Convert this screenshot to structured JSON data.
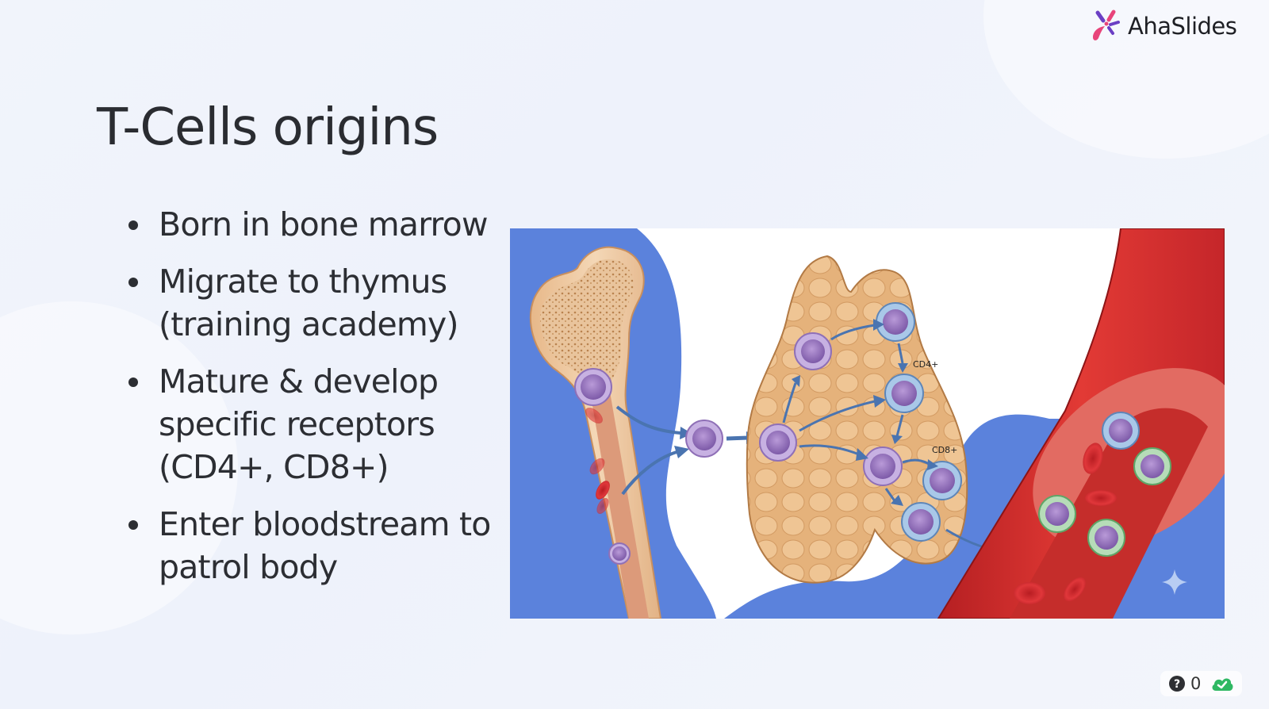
{
  "brand": {
    "name": "AhaSlides",
    "logo_colors": [
      "#e8447a",
      "#6b3fc4",
      "#f06292"
    ]
  },
  "slide": {
    "title": "T-Cells origins",
    "bullets": [
      "Born in bone marrow",
      "Migrate to thymus (training academy)",
      "Mature & develop specific receptors (CD4+, CD8+)",
      "Enter bloodstream to patrol body"
    ],
    "illustration": {
      "description": "T-cell journey: bone marrow to thymus to bloodstream",
      "labels": [
        "CD4+",
        "CD8+"
      ],
      "colors": {
        "background_blue": "#5b82dc",
        "bone": "#e9c39a",
        "thymus": "#e6b57f",
        "vessel": "#d8322f",
        "cell_purple": "#9c7bc4",
        "arrow": "#4a74b0"
      }
    }
  },
  "status_bar": {
    "question_count": "0",
    "help_icon": "question-circle-icon",
    "sync_icon": "cloud-check-icon",
    "sync_color": "#2fb863"
  }
}
